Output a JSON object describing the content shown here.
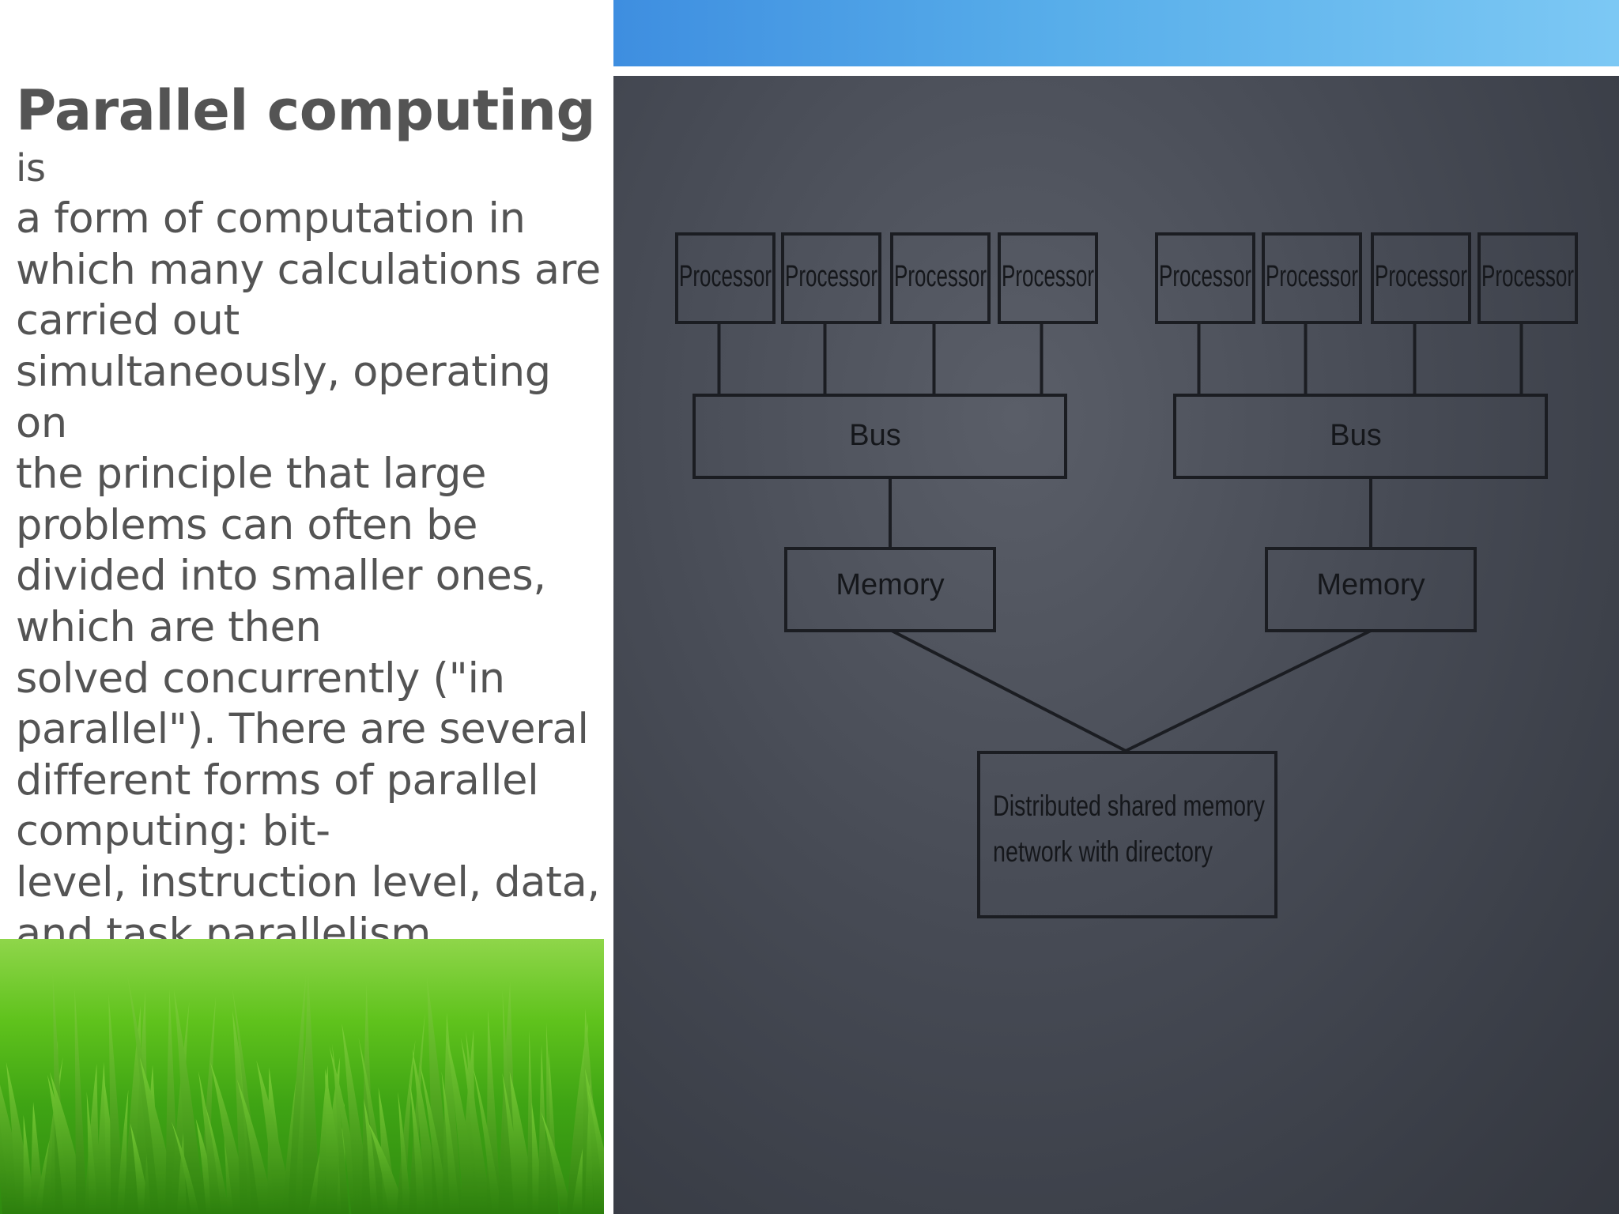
{
  "text": {
    "lead": "Parallel computing",
    "lead_suffix": "is",
    "lines": [
      "a form of computation in",
      "which many calculations are",
      "carried out",
      "simultaneously, operating on",
      "the principle that large",
      "problems can often be",
      "divided into smaller ones,",
      "which are then",
      "solved concurrently (\"in",
      "parallel\"). There are several",
      "different forms of parallel",
      "computing: bit-",
      "level, instruction level, data,",
      "and task parallelism."
    ]
  },
  "diagram": {
    "processor_label": "Processor",
    "groups": [
      {
        "bus_label": "Bus",
        "memory_label": "Memory",
        "processors": [
          "Processor",
          "Processor",
          "Processor",
          "Processor"
        ]
      },
      {
        "bus_label": "Bus",
        "memory_label": "Memory",
        "processors": [
          "Processor",
          "Processor",
          "Processor",
          "Processor"
        ]
      }
    ],
    "network_label_lines": [
      "Distributed shared memory",
      "network with directory"
    ]
  },
  "colors": {
    "text": "#545454",
    "board": "#474b55",
    "ink": "#1b1d22",
    "blue_band": "#58aeea",
    "grass": "#5fc21c"
  }
}
